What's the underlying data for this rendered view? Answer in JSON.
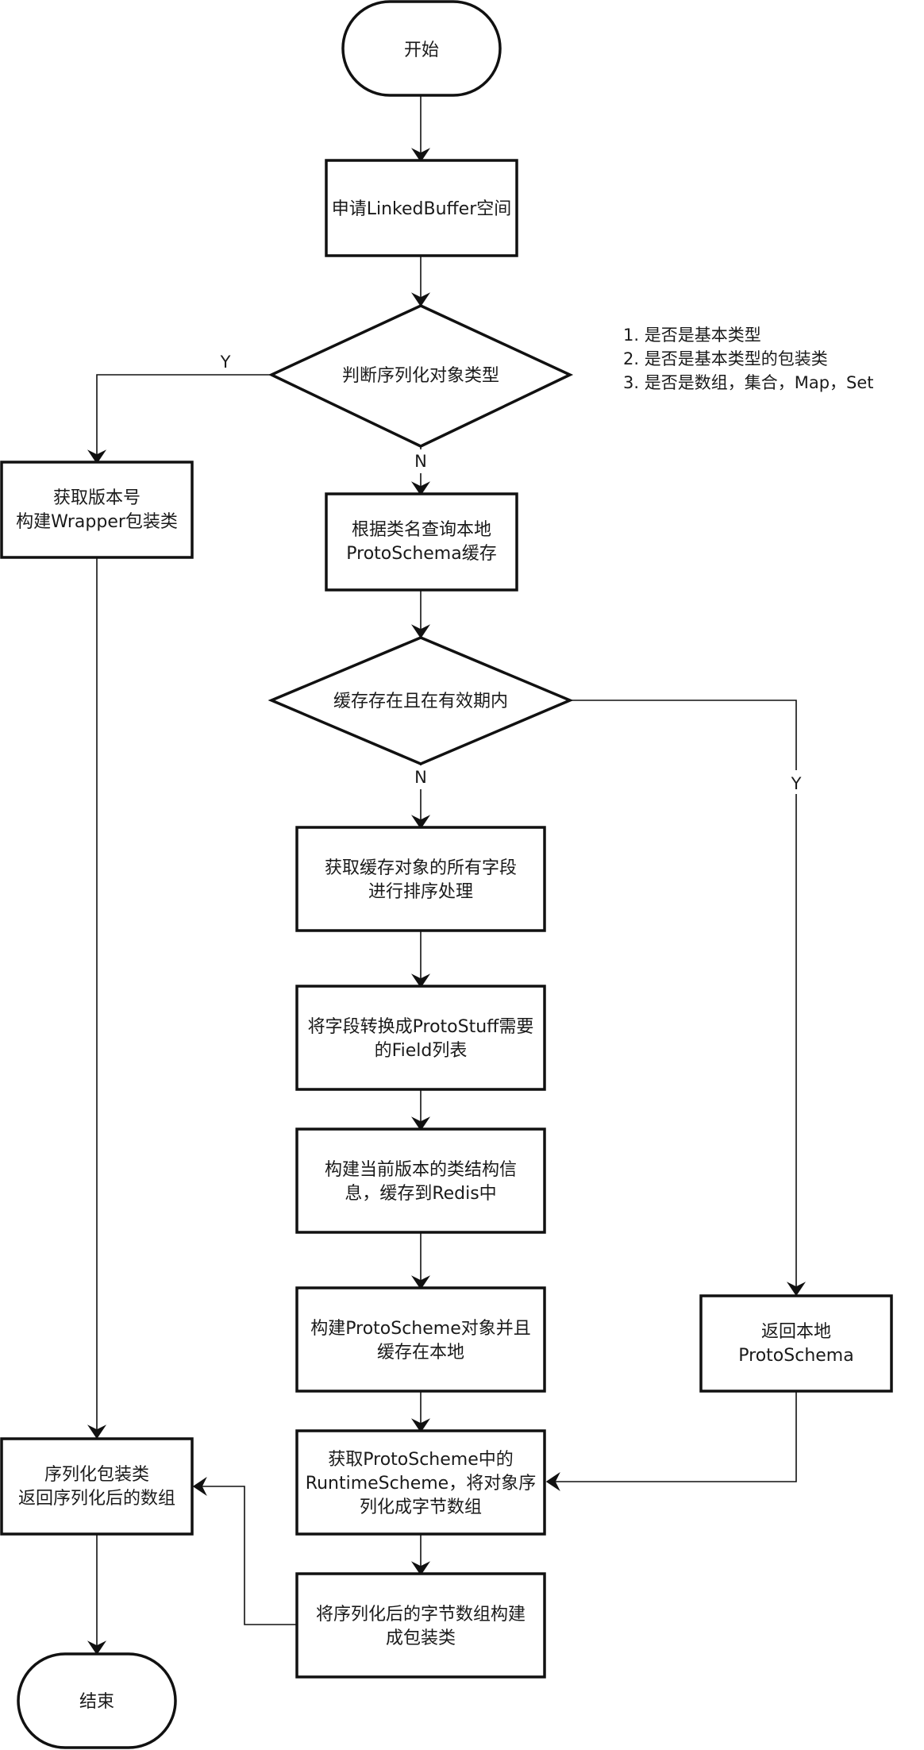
{
  "nodes": {
    "start": "开始",
    "alloc_buffer": "申请LinkedBuffer空间",
    "check_type": "判断序列化对象类型",
    "wrapper": [
      "获取版本号",
      "构建Wrapper包装类"
    ],
    "query_cache": [
      "根据类名查询本地",
      "ProtoSchema缓存"
    ],
    "cache_valid": "缓存存在且在有效期内",
    "sort_fields": [
      "获取缓存对象的所有字段",
      "进行排序处理"
    ],
    "convert_fields": [
      "将字段转换成ProtoStuff需要",
      "的Field列表"
    ],
    "build_structure": [
      "构建当前版本的类结构信",
      "息，缓存到Redis中"
    ],
    "build_scheme": [
      "构建ProtoScheme对象并且",
      "缓存在本地"
    ],
    "return_local": [
      "返回本地",
      "ProtoSchema"
    ],
    "serialize_runtime": [
      "获取ProtoScheme中的",
      "RuntimeScheme，将对象序",
      "列化成字节数组"
    ],
    "build_wrapper_bytes": [
      "将序列化后的字节数组构建",
      "成包装类"
    ],
    "serialize_wrapper": [
      "序列化包装类",
      "返回序列化后的数组"
    ],
    "end": "结束"
  },
  "edge_labels": {
    "type_yes": "Y",
    "type_no": "N",
    "cache_no": "N",
    "cache_yes": "Y"
  },
  "note": [
    "1. 是否是基本类型",
    "2. 是否是基本类型的包装类",
    "3. 是否是数组，集合，Map，Set"
  ]
}
